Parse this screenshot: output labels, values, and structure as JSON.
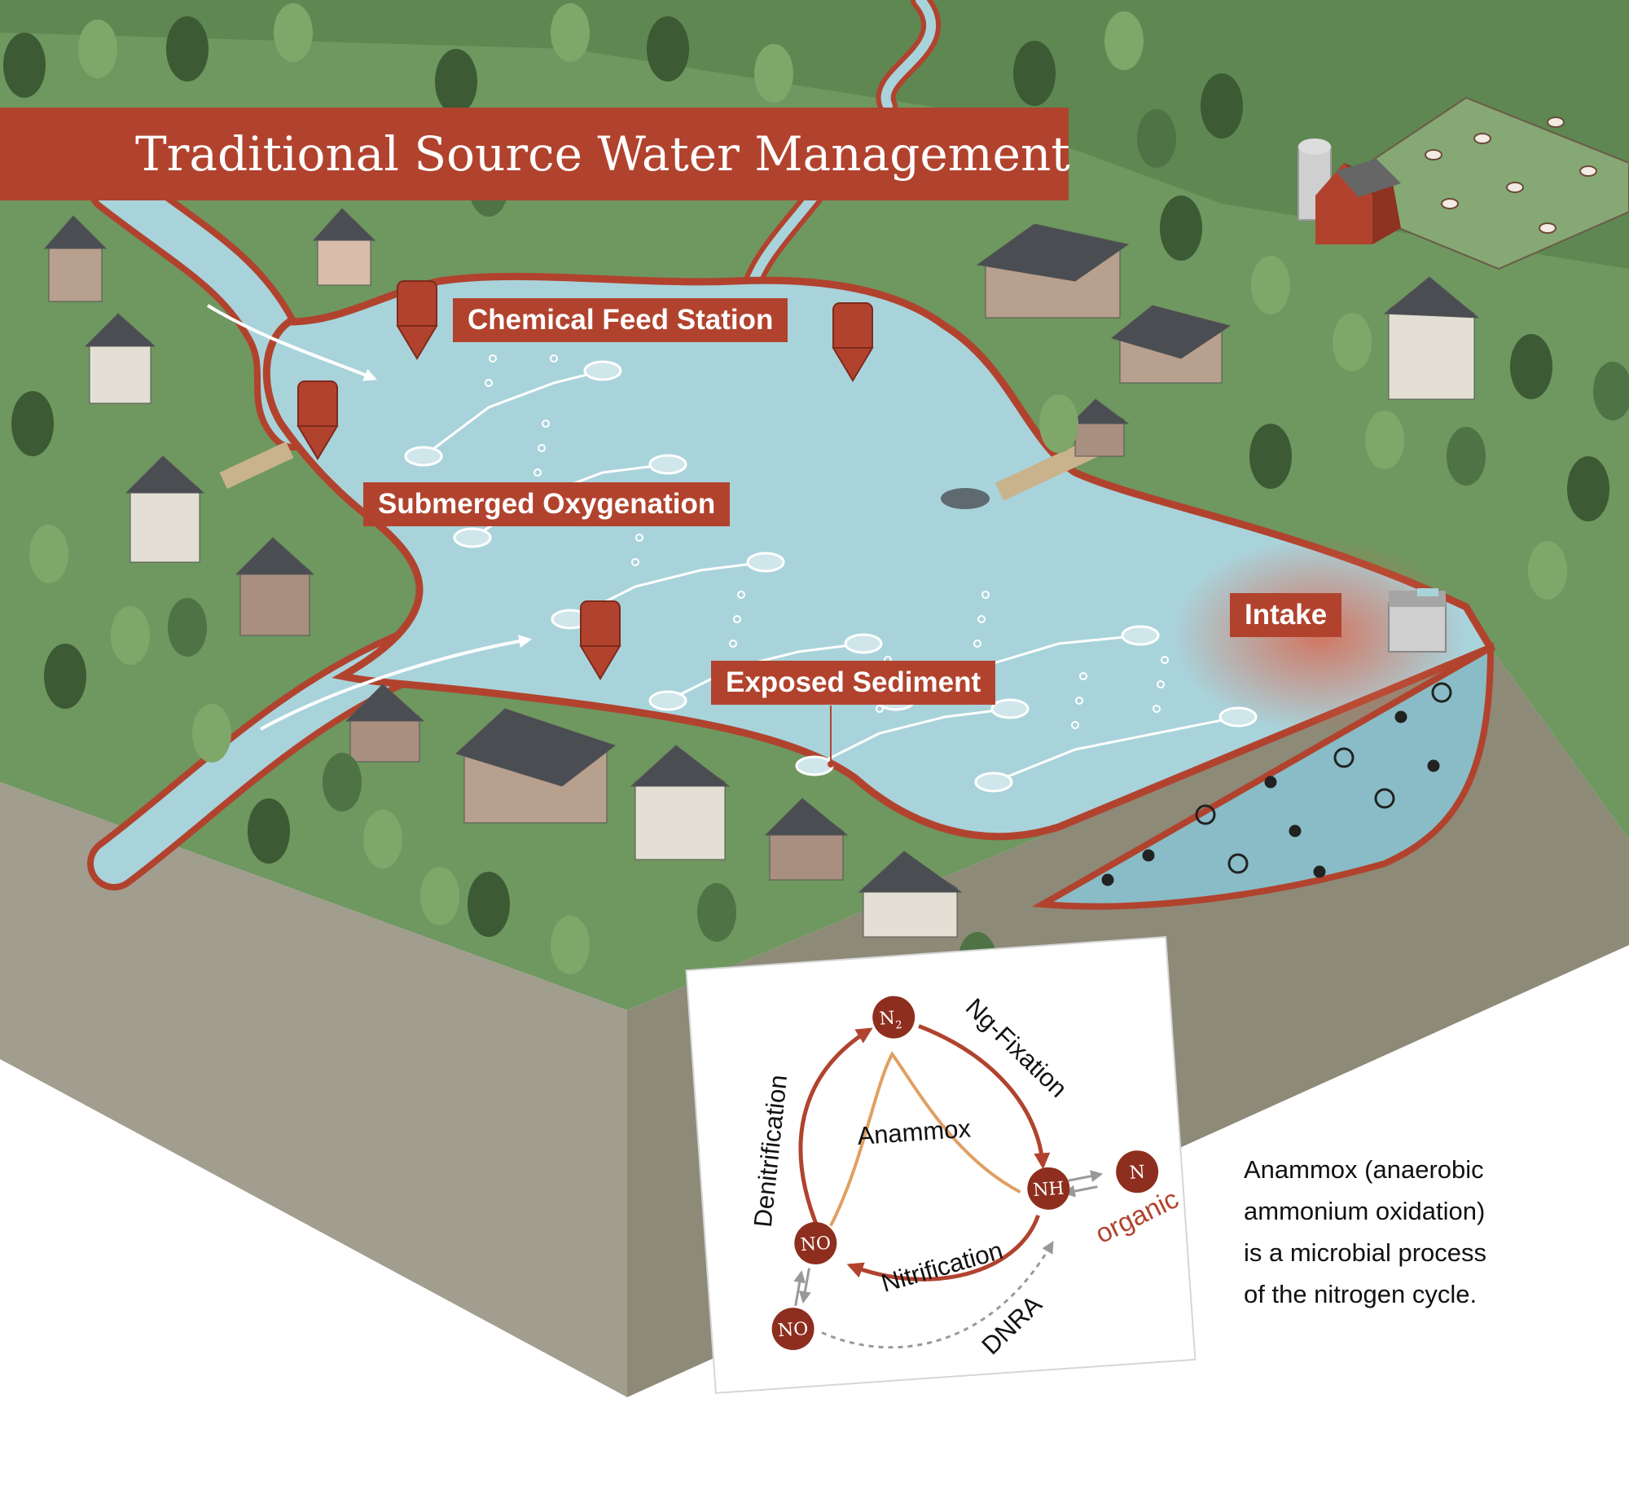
{
  "title": "Traditional Source Water Management",
  "labels": {
    "chemical_feed_station": "Chemical Feed Station",
    "submerged_oxygenation": "Submerged Oxygenation",
    "exposed_sediment": "Exposed Sediment",
    "intake": "Intake"
  },
  "nitrogen_cycle": {
    "processes": {
      "denitrification": "Denitrification",
      "n_fixation": "Ng-Fixation",
      "anammox": "Anammox",
      "nitrification": "Nitrification",
      "dnra": "DNRA"
    },
    "nodes": {
      "n2": "N",
      "n2_subscript": "2",
      "nh": "NH",
      "n_org": "N",
      "organic": "organic",
      "no_upper": "NO",
      "no_lower": "NO"
    }
  },
  "caption": [
    "Anammox (anaerobic",
    "ammonium oxidation)",
    "is a microbial process",
    "of the nitrogen cycle."
  ],
  "colors": {
    "brand_red": "#b1432e",
    "water": "#a9d3db",
    "land": "#6f9760",
    "sediment_side": "#8e8a78",
    "house_roof": "#4a4d52"
  }
}
